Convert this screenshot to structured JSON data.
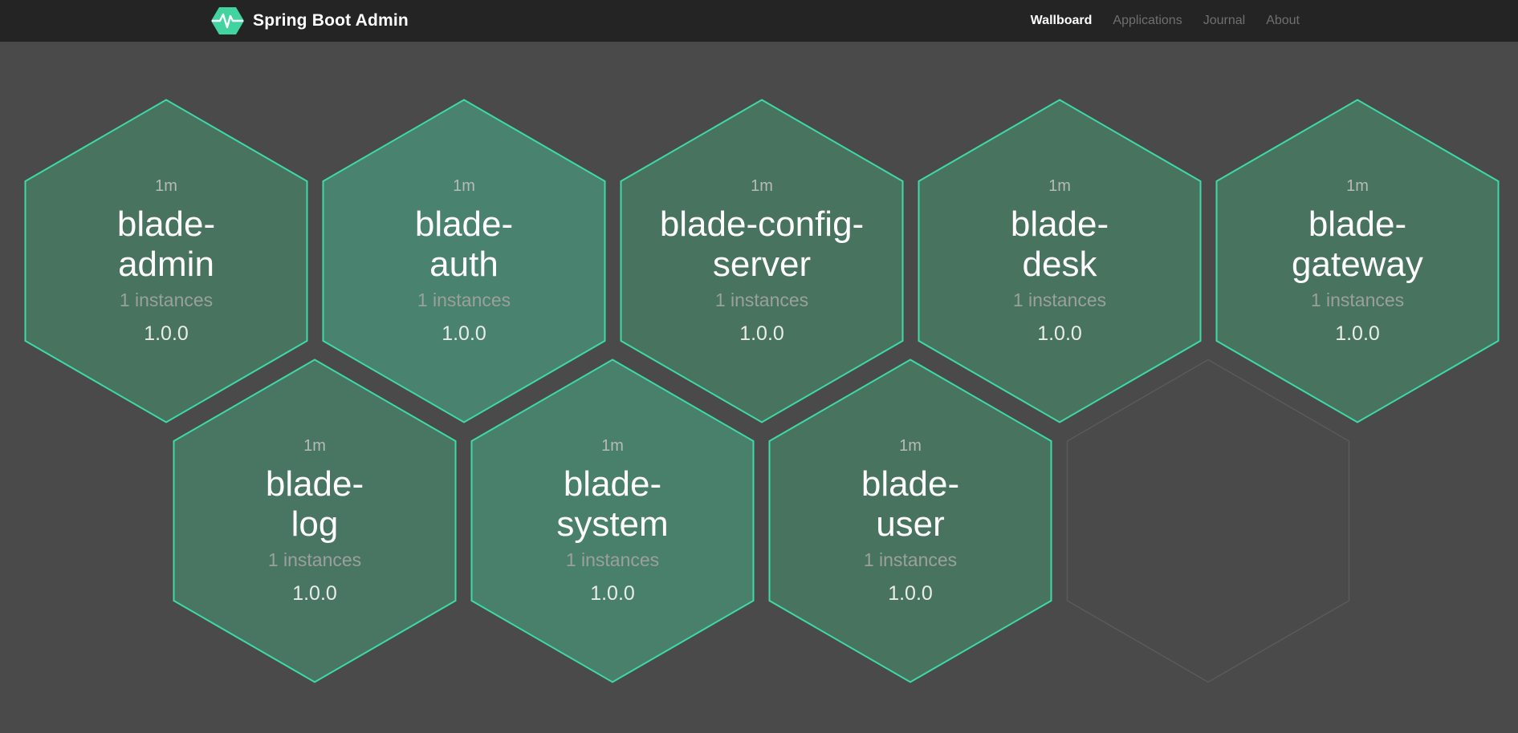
{
  "header": {
    "brand": "Spring Boot Admin",
    "nav": [
      {
        "label": "Wallboard",
        "active": true
      },
      {
        "label": "Applications",
        "active": false
      },
      {
        "label": "Journal",
        "active": false
      },
      {
        "label": "About",
        "active": false
      }
    ]
  },
  "colors": {
    "header_bg": "#242424",
    "page_bg": "#4a4a4a",
    "nav_inactive": "#6f6f6f",
    "brand_green": "#41d3a0",
    "hex_border": "#3dd9a6",
    "empty_hex_border": "#5a5a5a"
  },
  "wallboard": {
    "applications": [
      {
        "uptime": "1m",
        "name_lines": [
          "blade-",
          "admin"
        ],
        "instances": "1 instances",
        "version": "1.0.0",
        "fill": "#47735f"
      },
      {
        "uptime": "1m",
        "name_lines": [
          "blade-",
          "auth"
        ],
        "instances": "1 instances",
        "version": "1.0.0",
        "fill": "#49826e"
      },
      {
        "uptime": "1m",
        "name_lines": [
          "blade-config-",
          "server"
        ],
        "instances": "1 instances",
        "version": "1.0.0",
        "fill": "#48745f"
      },
      {
        "uptime": "1m",
        "name_lines": [
          "blade-",
          "desk"
        ],
        "instances": "1 instances",
        "version": "1.0.0",
        "fill": "#48735f"
      },
      {
        "uptime": "1m",
        "name_lines": [
          "blade-",
          "gateway"
        ],
        "instances": "1 instances",
        "version": "1.0.0",
        "fill": "#48735f"
      },
      {
        "uptime": "1m",
        "name_lines": [
          "blade-",
          "log"
        ],
        "instances": "1 instances",
        "version": "1.0.0",
        "fill": "#497663"
      },
      {
        "uptime": "1m",
        "name_lines": [
          "blade-",
          "system"
        ],
        "instances": "1 instances",
        "version": "1.0.0",
        "fill": "#49806b"
      },
      {
        "uptime": "1m",
        "name_lines": [
          "blade-",
          "user"
        ],
        "instances": "1 instances",
        "version": "1.0.0",
        "fill": "#48745f"
      }
    ],
    "empty_slots": 1
  }
}
